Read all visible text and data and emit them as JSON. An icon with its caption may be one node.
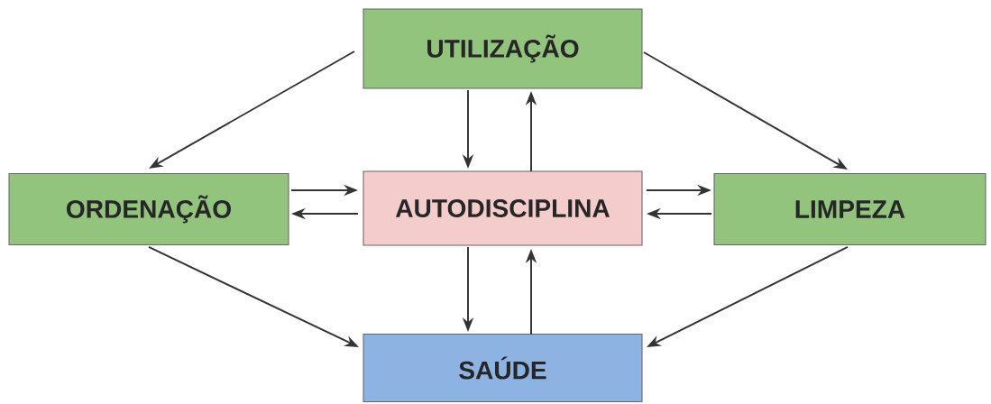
{
  "diagram": {
    "nodes": [
      {
        "text": [
          "UTILIZAÇÃO"
        ]
      },
      {
        "text": [
          "ORDENAÇÃO"
        ]
      },
      {
        "text": [
          "AUTODISCIPLINA"
        ]
      },
      {
        "text": [
          "LIMPEZA"
        ]
      },
      {
        "text": [
          "SAÚDE"
        ]
      }
    ],
    "edges": [
      {
        "from": 0,
        "to": 1,
        "arrow": "to"
      },
      {
        "from": 0,
        "to": 3,
        "arrow": "to"
      },
      {
        "from": 1,
        "to": 4,
        "arrow": "to"
      },
      {
        "from": 3,
        "to": 4,
        "arrow": "to"
      },
      {
        "from": 0,
        "to": 2,
        "arrow": "to"
      },
      {
        "from": 2,
        "to": 0,
        "arrow": "to"
      },
      {
        "from": 1,
        "to": 2,
        "arrow": "to"
      },
      {
        "from": 2,
        "to": 1,
        "arrow": "to"
      },
      {
        "from": 2,
        "to": 3,
        "arrow": "to"
      },
      {
        "from": 3,
        "to": 2,
        "arrow": "to"
      },
      {
        "from": 2,
        "to": 4,
        "arrow": "to"
      },
      {
        "from": 4,
        "to": 2,
        "arrow": "to"
      }
    ]
  }
}
